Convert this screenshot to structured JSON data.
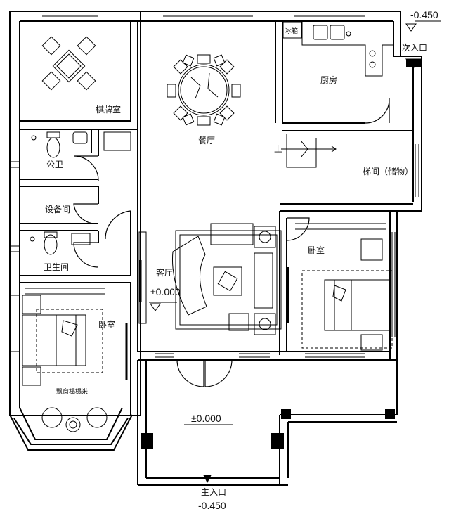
{
  "rooms": {
    "chess_room": "棋牌室",
    "dining": "餐厅",
    "kitchen": "厨房",
    "public_toilet": "公卫",
    "equipment_room": "设备间",
    "bathroom": "卫生间",
    "stair_storage": "梯间（储物）",
    "living_room": "客厅",
    "bedroom_right": "卧室",
    "bedroom_left": "卧室"
  },
  "labels": {
    "fridge": "冰箱",
    "side_entrance": "次入口",
    "main_entrance": "主入口",
    "up": "上",
    "bay_window_bed": "飘窗榻榻米",
    "elev_side": "-0.450",
    "elev_living": "±0.000",
    "elev_porch": "±0.000",
    "elev_bottom": "-0.450"
  }
}
